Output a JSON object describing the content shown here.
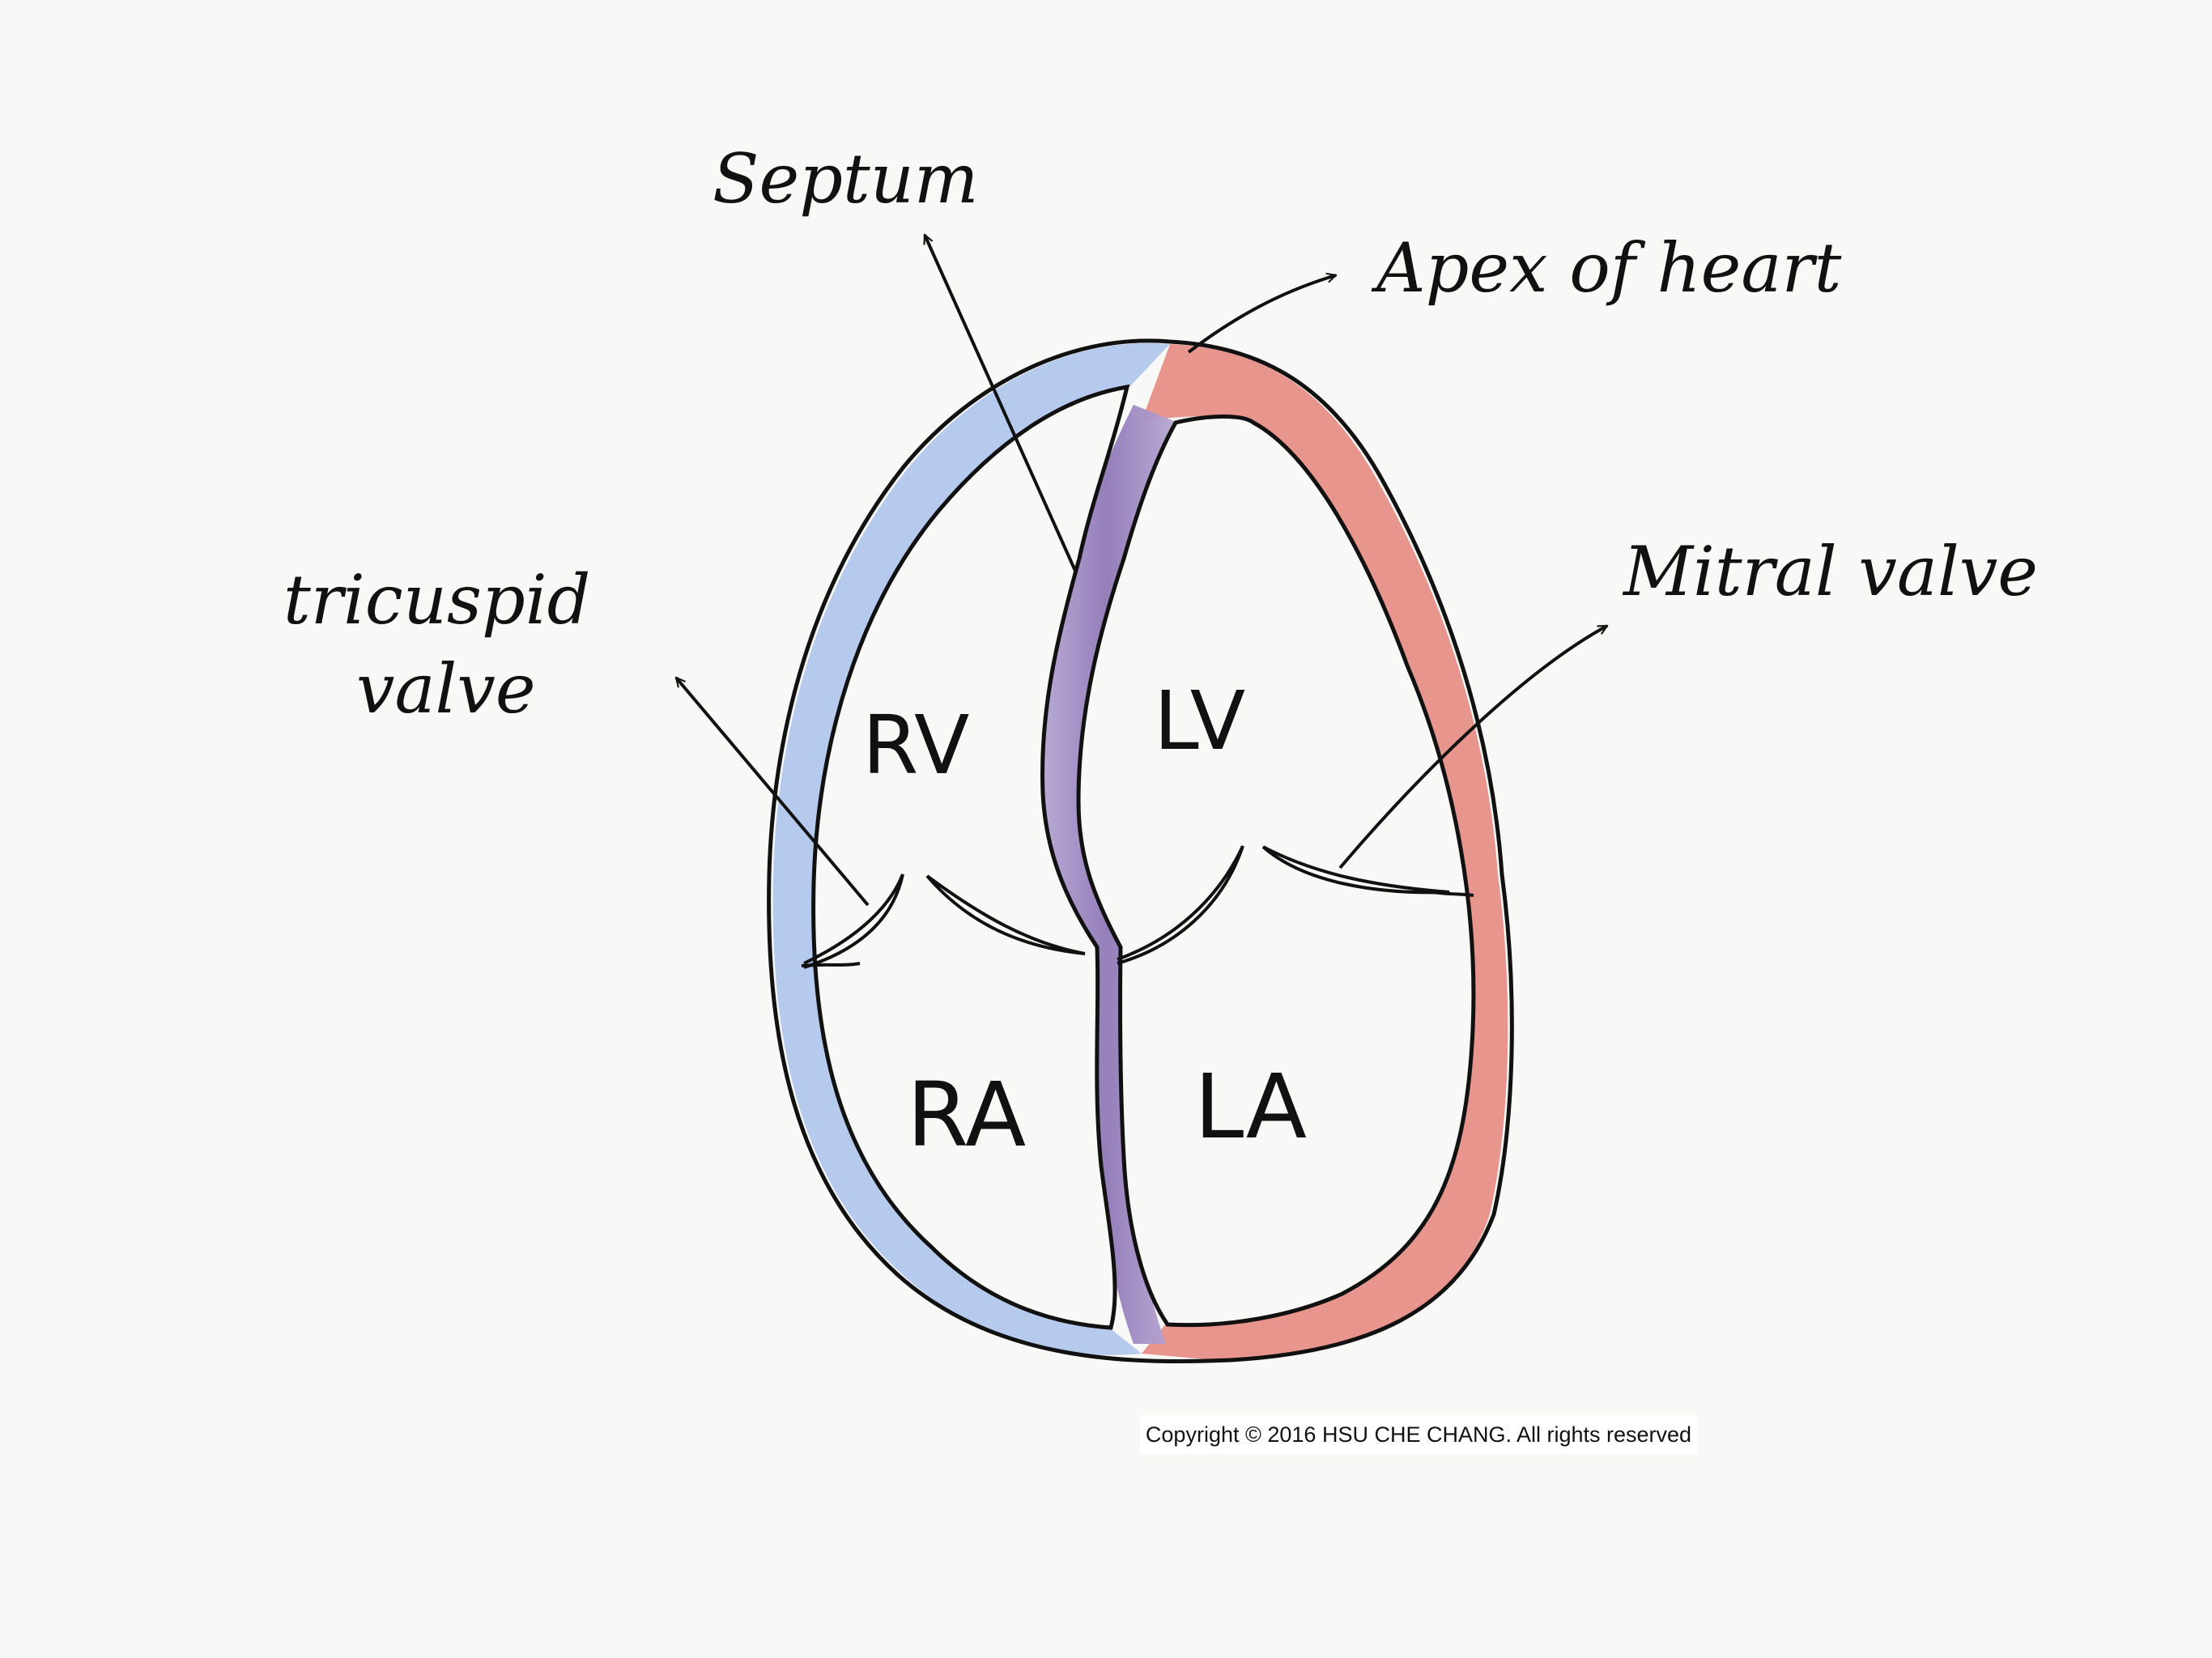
{
  "labels": {
    "septum": "Septum",
    "apex": "Apex of heart",
    "tricuspid_line1": "tricuspid",
    "tricuspid_line2": "valve",
    "mitral": "Mitral valve",
    "rv": "RV",
    "lv": "LV",
    "ra": "RA",
    "la": "LA"
  },
  "copyright": "Copyright © 2016 HSU CHE CHANG. All rights reserved",
  "colors": {
    "right_heart": "#a9c2ea",
    "left_heart": "#e5847a",
    "septum": "#9a86bd",
    "ink": "#111111",
    "background": "#f8f8f7"
  }
}
